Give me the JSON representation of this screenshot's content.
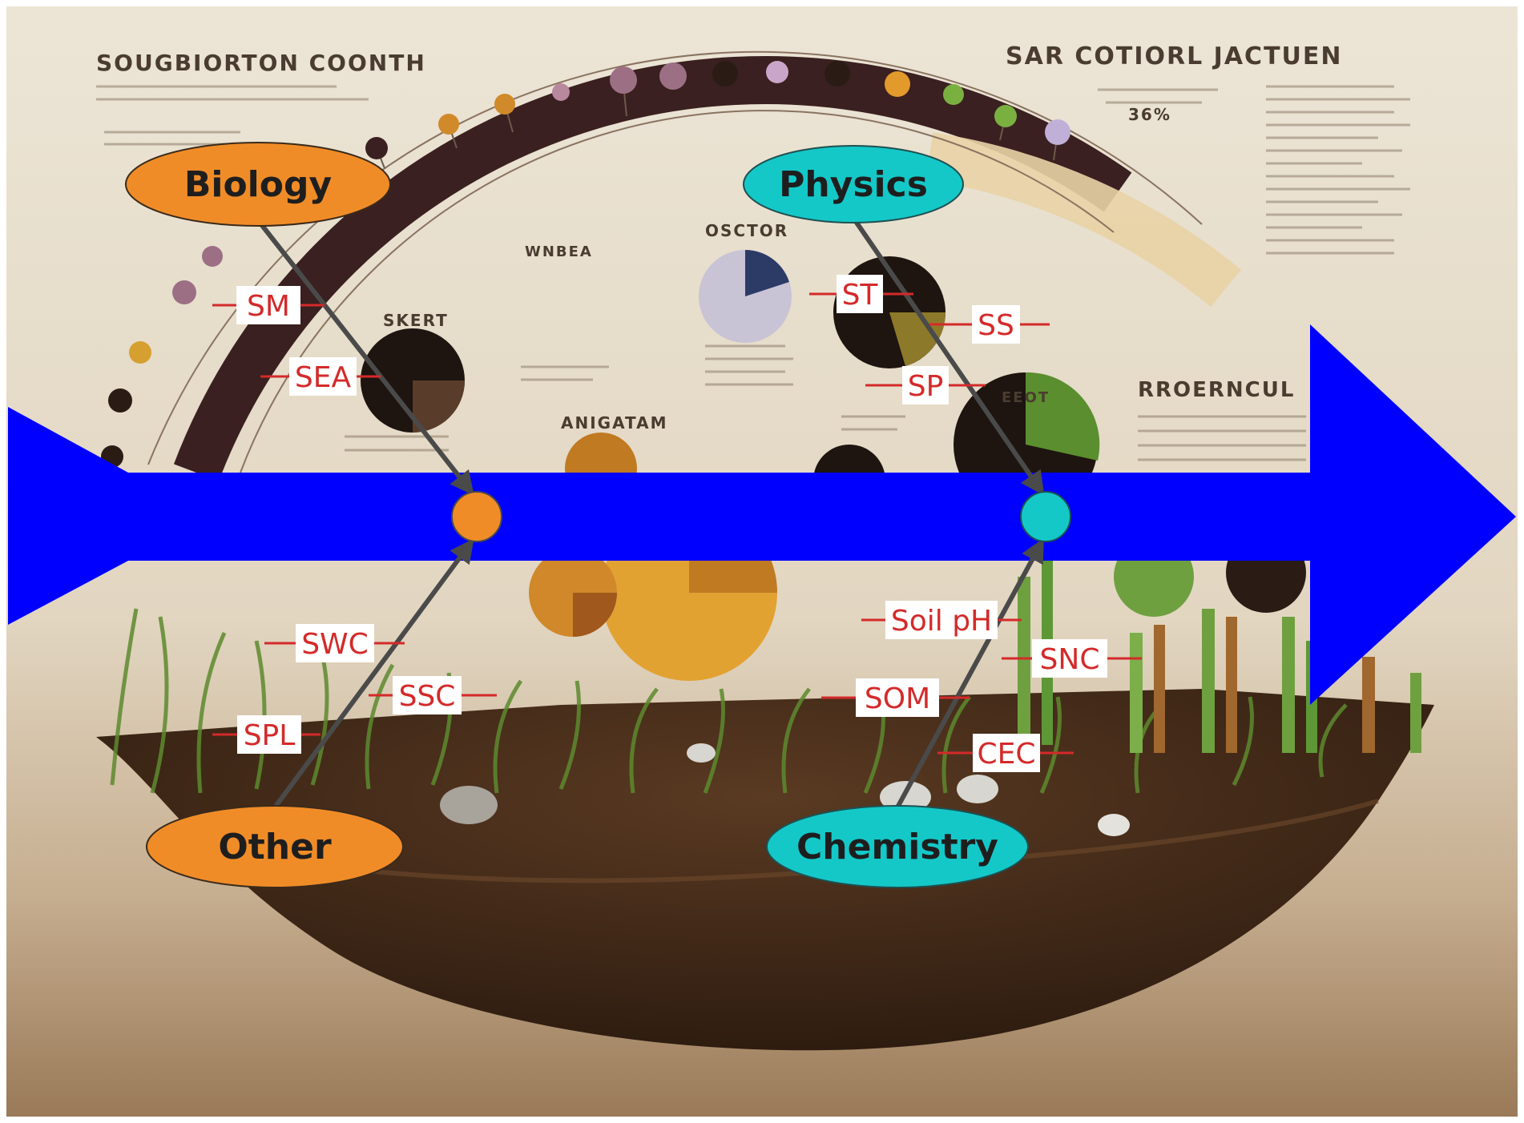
{
  "background": {
    "heading_left": "SOUGBIORTON COONTH",
    "heading_right": "SAR COTIORL JACTUEN",
    "heading_mid": "OSCTOR",
    "heading_wnbea": "WNBEA",
    "heading_skert": "SKERT",
    "heading_anigatam": "ANIGATAM",
    "heading_rroerncul": "RROERNCUL",
    "heading_eeot": "EEOT",
    "stat": "36%"
  },
  "colors": {
    "spine": "#0000ff",
    "biology": "#f08c28",
    "physics": "#14c8c8",
    "other": "#f08c28",
    "chemistry": "#14c8c8",
    "bone": "#4a4a4a",
    "factor_text": "#d42a2a"
  },
  "categories": {
    "biology": {
      "label": "Biology",
      "factors": [
        "SM",
        "SEA"
      ]
    },
    "physics": {
      "label": "Physics",
      "factors": [
        "ST",
        "SS",
        "SP"
      ]
    },
    "other": {
      "label": "Other",
      "factors": [
        "SWC",
        "SSC",
        "SPL"
      ]
    },
    "chemistry": {
      "label": "Chemistry",
      "factors": [
        "Soil pH",
        "SNC",
        "SOM",
        "CEC"
      ]
    }
  }
}
